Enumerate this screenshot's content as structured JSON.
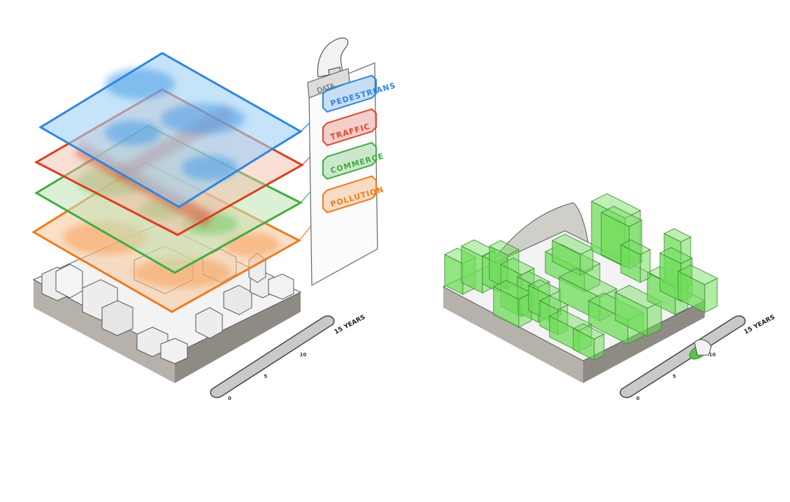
{
  "data_panel": {
    "title": "DATA",
    "layers": [
      {
        "label": "PEDESTRIANS",
        "color": "#2f86e0"
      },
      {
        "label": "TRAFFIC",
        "color": "#e0472f"
      },
      {
        "label": "COMMERCE",
        "color": "#3fae3f"
      },
      {
        "label": "POLLUTION",
        "color": "#f07a1c"
      }
    ]
  },
  "left_slider": {
    "ticks": [
      "0",
      "5",
      "10",
      "15 YEARS"
    ]
  },
  "right_slider": {
    "ticks": [
      "0",
      "5",
      "10",
      "15 YEARS"
    ],
    "handle_position": 0.62
  },
  "colors": {
    "green_building": "#6fdc5a",
    "ground": "#8a8780",
    "ink": "#333333"
  }
}
